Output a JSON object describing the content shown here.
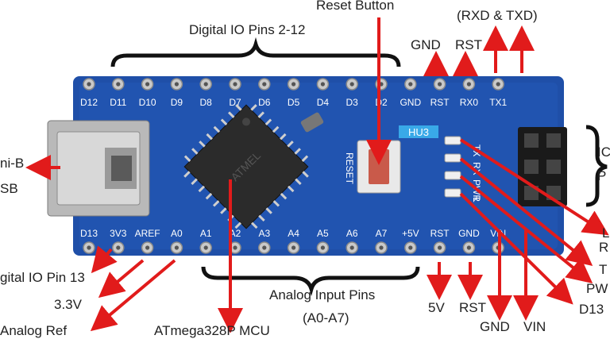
{
  "labels": {
    "reset_button": "Reset Button",
    "digital_io": "Digital IO Pins 2-12",
    "rxd_txd": "(RXD & TXD)",
    "gnd_top": "GND",
    "rst_top": "RST",
    "mini_b": "ni-B",
    "usb": "SB",
    "io_right_1": "IC",
    "io_right_2": "P",
    "l_right": "L",
    "r_right": "R",
    "t_right": "T",
    "pw_right": "PW",
    "d13_right": "D13",
    "digital_io_13": "gital IO Pin 13",
    "v33": "3.3V",
    "analog_ref": "Analog Ref",
    "mcu": "ATmega328P MCU",
    "analog_input": "Analog Input Pins",
    "a0_a7": "(A0-A7)",
    "v5": "5V",
    "rst_bottom": "RST",
    "gnd_bottom": "GND",
    "vin_bottom": "VIN"
  },
  "board": {
    "top_pins": [
      "D12",
      "D11",
      "D10",
      "D9",
      "D8",
      "D7",
      "D6",
      "D5",
      "D4",
      "D3",
      "D2",
      "GND",
      "RST",
      "RX0",
      "TX1"
    ],
    "bottom_pins": [
      "D13",
      "3V3",
      "AREF",
      "A0",
      "A1",
      "A2",
      "A3",
      "A4",
      "A5",
      "A6",
      "A7",
      "+5V",
      "RST",
      "GND",
      "VIN"
    ],
    "reset_text": "RESET",
    "led_labels": [
      "TX",
      "RX",
      "PWR",
      "L"
    ],
    "chip_text": "ATMEL",
    "hw_badge": "HU3"
  },
  "colors": {
    "board": "#1f4fa8",
    "arrow": "#e11b1b",
    "pad": "#c9c9c9",
    "chip": "#2b2b2b"
  }
}
